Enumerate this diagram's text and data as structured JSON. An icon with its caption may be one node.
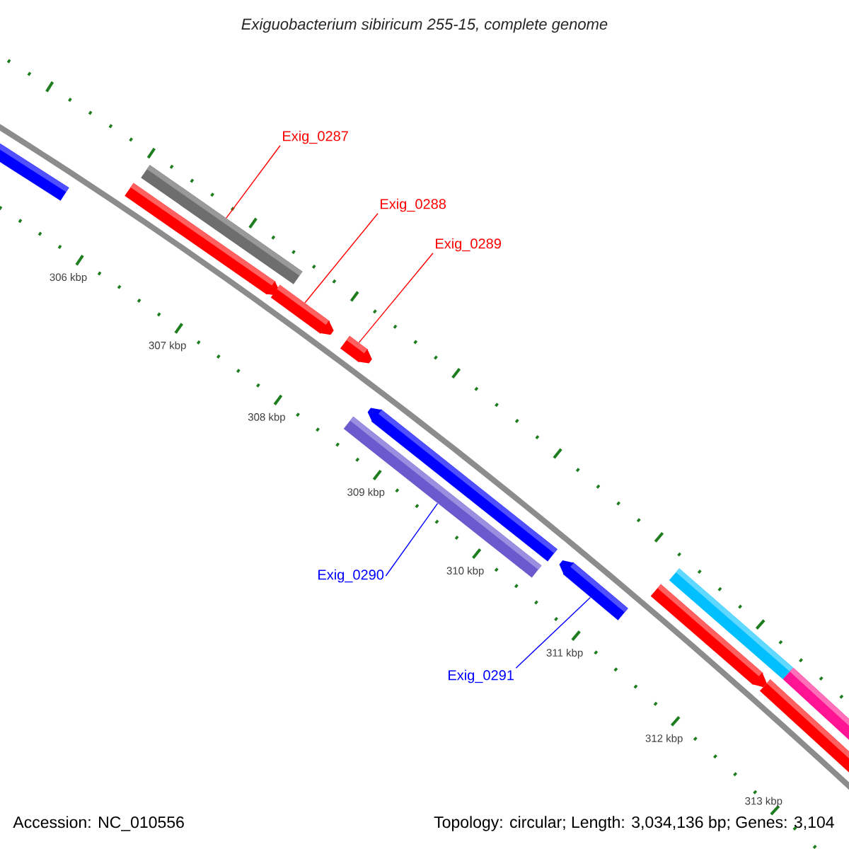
{
  "diagram": {
    "title": "Exiguobacterium sibiricum 255-15, complete genome",
    "nodes": [
      {
        "text": [
          "Exig_0287"
        ]
      },
      {
        "text": [
          "Exig_0288"
        ]
      },
      {
        "text": [
          "Exig_0289"
        ]
      },
      {
        "text": [
          "Exig_0290"
        ]
      },
      {
        "text": [
          "Exig_0291"
        ]
      },
      {
        "text": [],
        "shape": "arrow"
      },
      {
        "text": [],
        "shape": "arrow"
      },
      {
        "text": [],
        "shape": "bar"
      },
      {
        "text": [],
        "shape": "arrow"
      },
      {
        "text": [],
        "shape": "arrow"
      },
      {
        "text": [],
        "shape": "bar"
      },
      {
        "text": [],
        "shape": "arrow"
      },
      {
        "text": [],
        "shape": "arrow"
      },
      {
        "text": [],
        "shape": "arrow"
      },
      {
        "text": [],
        "shape": "bar"
      },
      {
        "text": [],
        "shape": "arrow"
      },
      {
        "text": [],
        "shape": "bar"
      }
    ],
    "edges": [
      {
        "from": 0,
        "to": 7,
        "arrow": "none"
      },
      {
        "from": 1,
        "to": 8,
        "arrow": "none"
      },
      {
        "from": 2,
        "to": 9,
        "arrow": "none"
      },
      {
        "from": 3,
        "to": 10,
        "arrow": "none",
        "color": "#0000ff"
      },
      {
        "from": 4,
        "to": 12,
        "arrow": "none",
        "color": "#0000ff"
      }
    ],
    "labels": [
      "306 kbp",
      "307 kbp",
      "308 kbp",
      "309 kbp",
      "310 kbp",
      "311 kbp",
      "312 kbp",
      "313 kbp",
      "Accession: NC_010556",
      "Topology: circular; Length: 3,034,136 bp; Genes: 3,104"
    ]
  }
}
